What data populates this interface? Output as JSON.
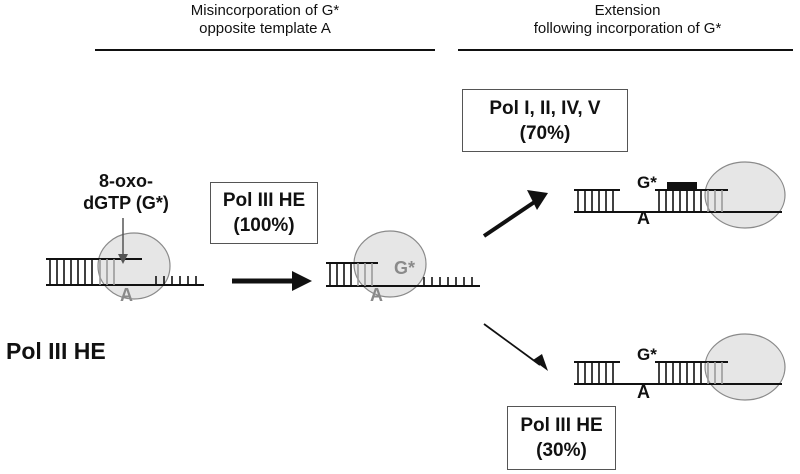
{
  "headers": {
    "left_line1": "Misincorporation of G*",
    "left_line2": "opposite template A",
    "right_line1": "Extension",
    "right_line2": "following incorporation of G*"
  },
  "side_label": "Pol III HE",
  "nucleotide": {
    "line1": "8-oxo-",
    "line2": "dGTP (G*)"
  },
  "boxes": {
    "step1": {
      "line1": "Pol III HE",
      "line2": "(100%)"
    },
    "upper": {
      "line1": "Pol I, II, IV, V",
      "line2": "(70%)"
    },
    "lower": {
      "line1": "Pol III HE",
      "line2": "(30%)"
    }
  },
  "bases": {
    "template": "A",
    "incorporated": "G*"
  },
  "colors": {
    "polymerase_fill": "#e6e6e6",
    "polymerase_stroke": "#8a8a8a",
    "dna_strand": "#111111",
    "grey_text": "#8a8a8a"
  }
}
